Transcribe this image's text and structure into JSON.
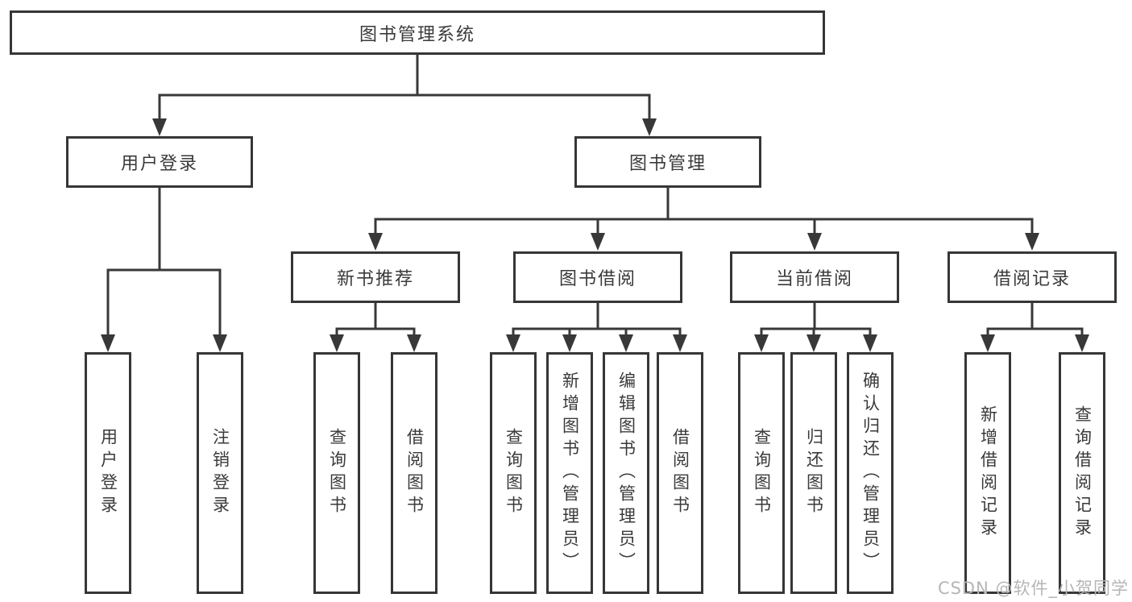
{
  "tree": {
    "root": "图书管理系统",
    "branches": [
      {
        "label": "用户登录",
        "leaves": [
          "用户登录",
          "注销登录"
        ]
      },
      {
        "label": "图书管理",
        "groups": [
          {
            "label": "新书推荐",
            "leaves": [
              "查询图书",
              "借阅图书"
            ]
          },
          {
            "label": "图书借阅",
            "leaves": [
              "查询图书",
              "新增图书（管理员）",
              "编辑图书（管理员）",
              "借阅图书"
            ]
          },
          {
            "label": "当前借阅",
            "leaves": [
              "查询图书",
              "归还图书",
              "确认归还（管理员）"
            ]
          },
          {
            "label": "借阅记录",
            "leaves": [
              "新增借阅记录",
              "查询借阅记录"
            ]
          }
        ]
      }
    ]
  },
  "watermark": "CSDN @软件_小贺同学",
  "colors": {
    "line": "#383838",
    "text": "#3a3a3a",
    "watermark": "#b6b6b6",
    "background": "#ffffff"
  }
}
